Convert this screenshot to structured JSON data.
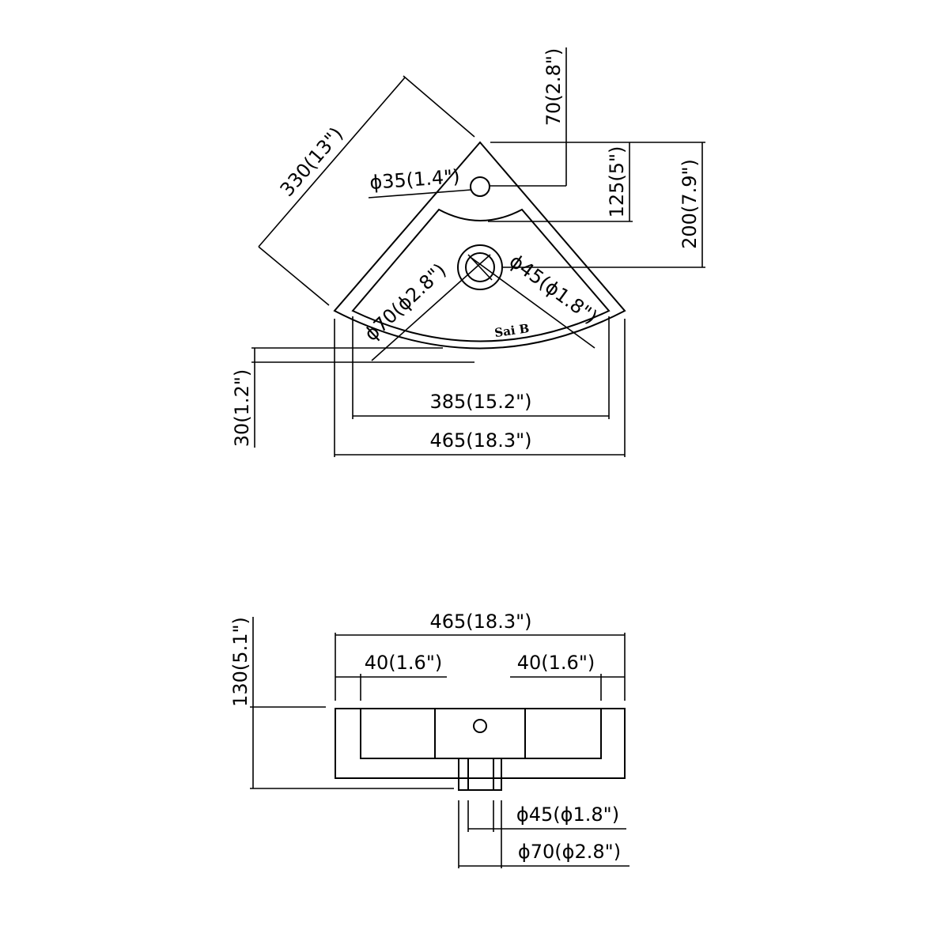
{
  "top_view": {
    "dims": {
      "d330": "330(13\")",
      "d70": "70(2.8\")",
      "d125": "125(5\")",
      "d200": "200(7.9\")",
      "hole35": "ϕ35(1.4\")",
      "drain45": "ϕ45(ϕ1.8\")",
      "drain70": "ϕ70(ϕ2.8\")",
      "d30": "30(1.2\")",
      "d385": "385(15.2\")",
      "d465": "465(18.3\")"
    },
    "logo_text": "Sai B"
  },
  "side_view": {
    "dims": {
      "d465": "465(18.3\")",
      "d40_left": "40(1.6\")",
      "d40_right": "40(1.6\")",
      "d130": "130(5.1\")",
      "drain45": "ϕ45(ϕ1.8\")",
      "drain70": "ϕ70(ϕ2.8\")"
    }
  }
}
